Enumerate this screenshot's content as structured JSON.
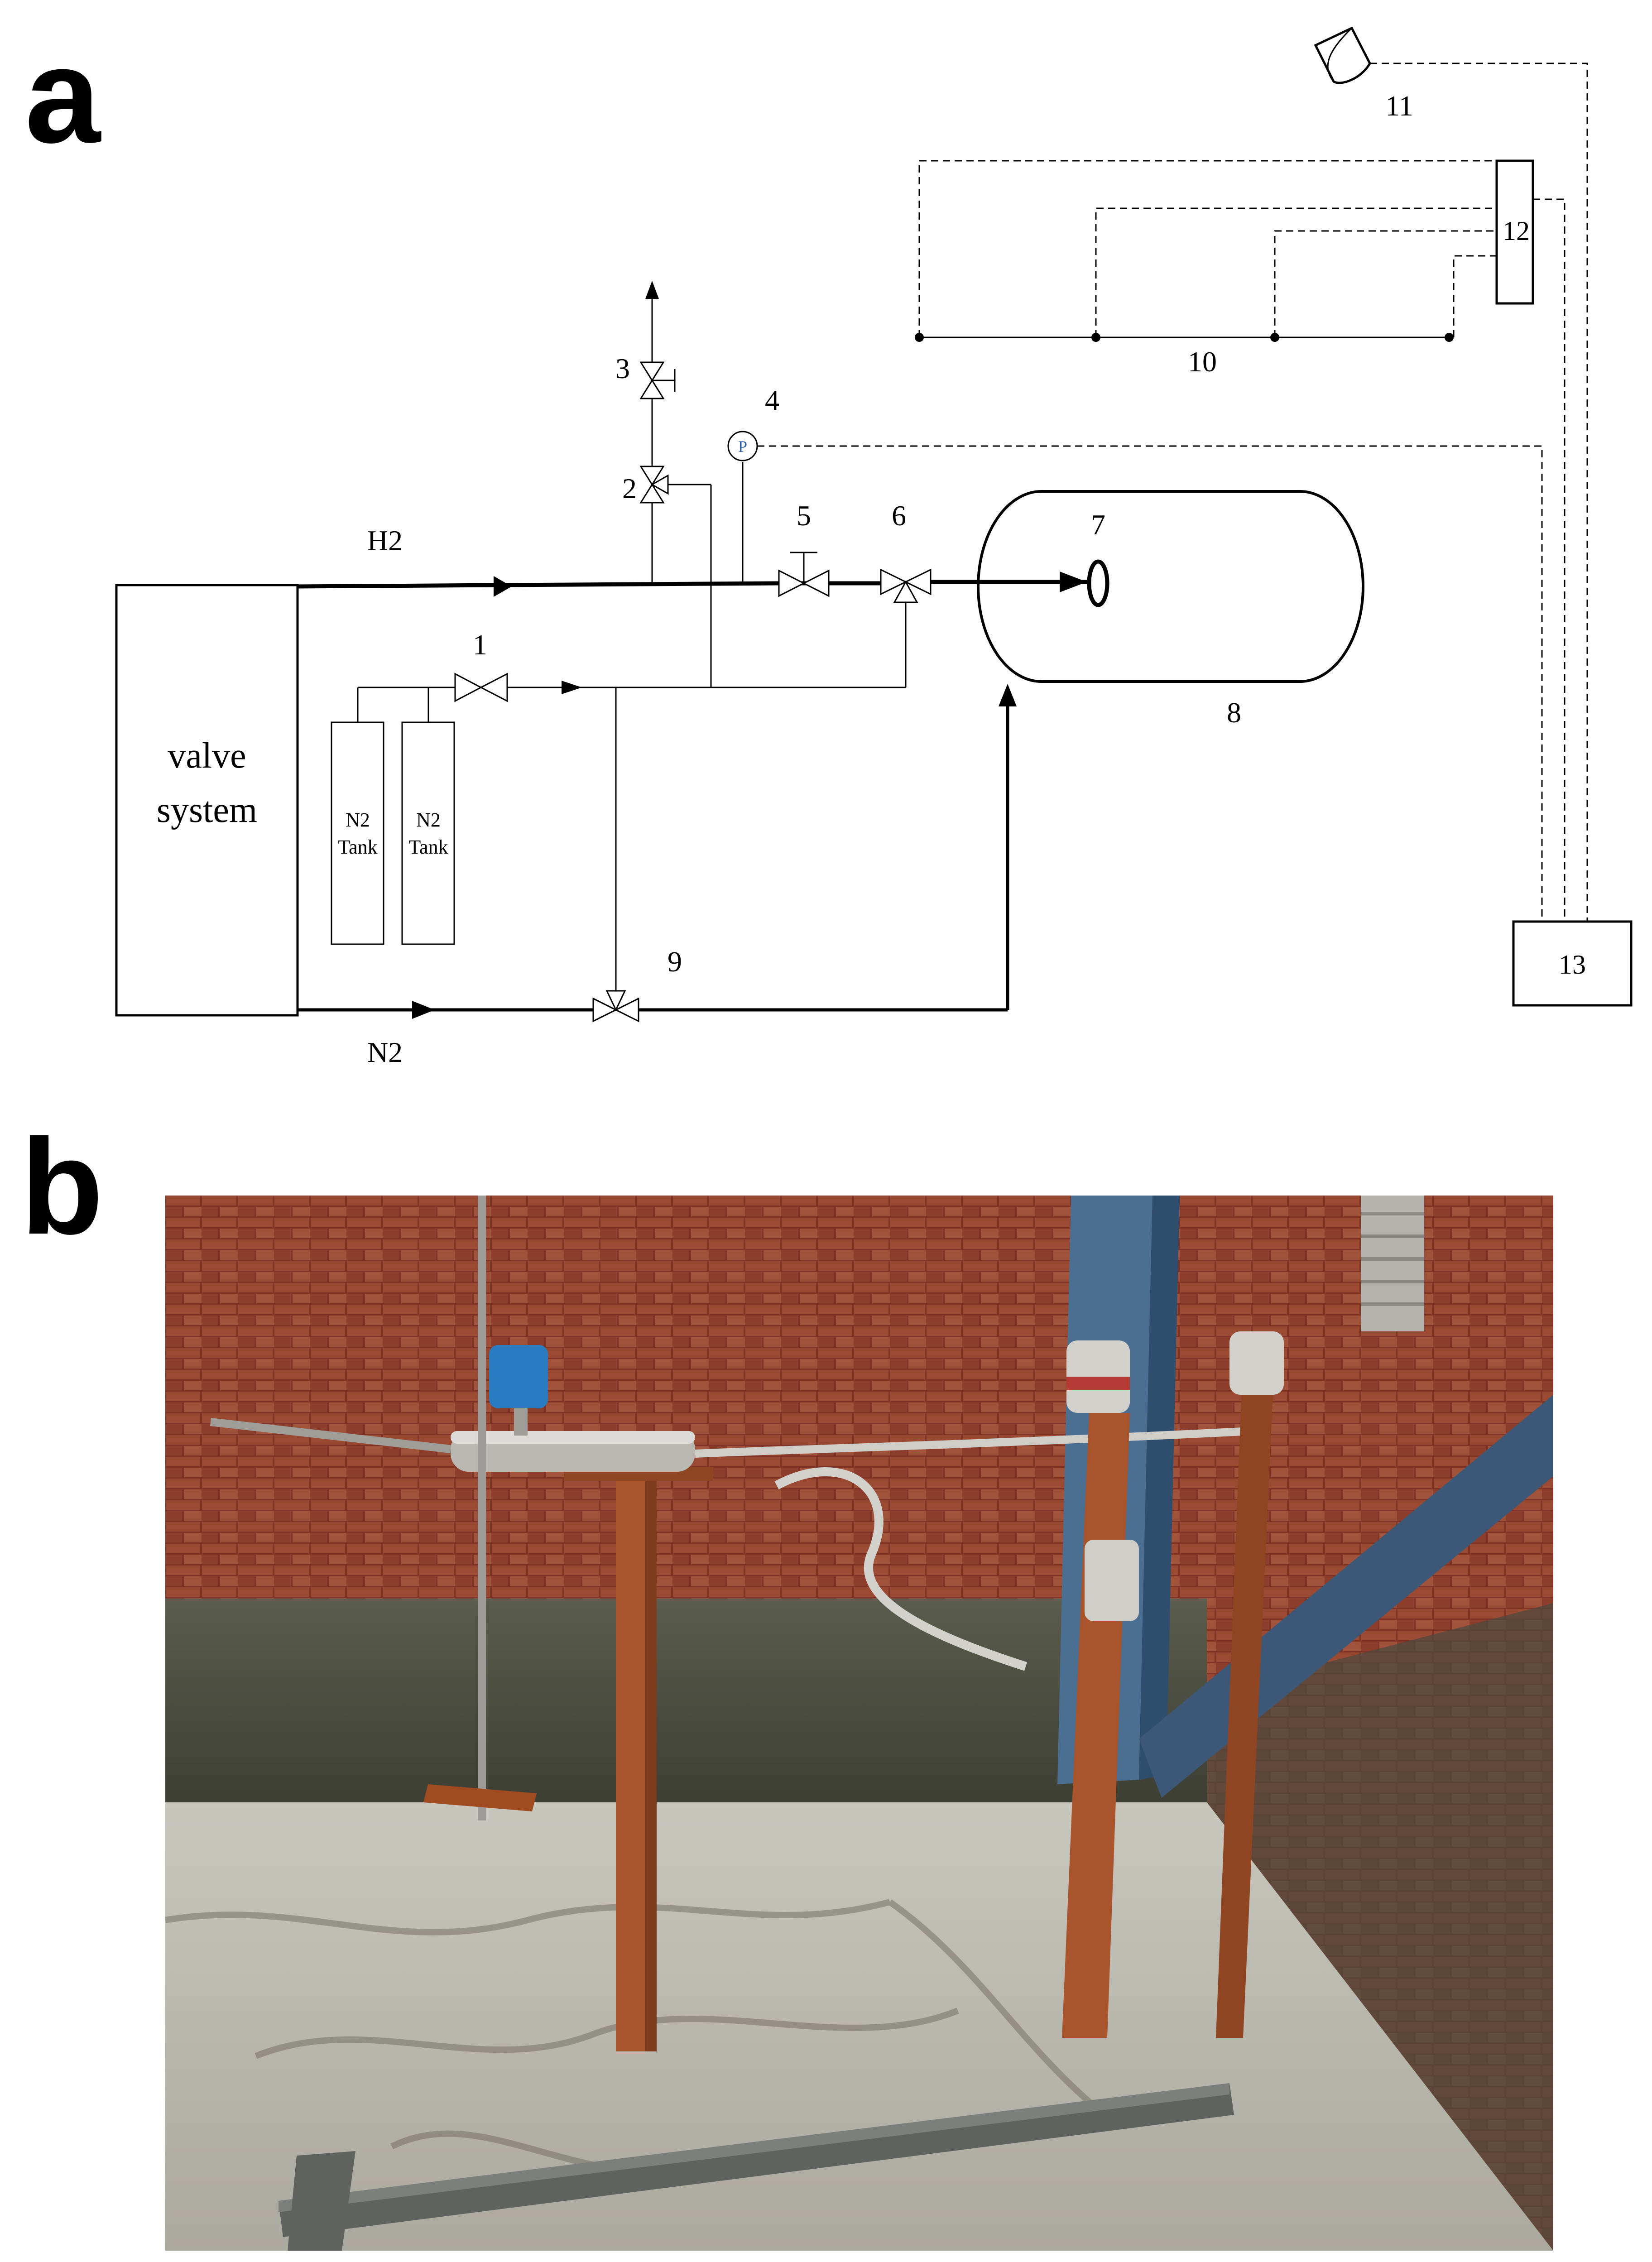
{
  "panels": {
    "a_label": "a",
    "b_label": "b"
  },
  "diagram": {
    "valve_system": [
      "valve",
      "system"
    ],
    "tank_left": {
      "line1": "N2",
      "line2": "Tank"
    },
    "tank_right": {
      "line1": "N2",
      "line2": "Tank"
    },
    "h2_label": "H2",
    "n2_label": "N2",
    "pressure_gauge_symbol": "P",
    "numbers": {
      "n1": "1",
      "n2": "2",
      "n3": "3",
      "n4": "4",
      "n5": "5",
      "n6": "6",
      "n7": "7",
      "n8": "8",
      "n9": "9",
      "n10": "10",
      "n11": "11",
      "n12": "12",
      "n13": "13"
    }
  },
  "photo": {
    "scene": "outdoor-test-rig-photo",
    "colors": {
      "brick": "#8a3a28",
      "wall_base": "#4e5043",
      "floor": "#bdbab0",
      "rust_post": "#a9542a",
      "steel_column": "#4b6f92",
      "transmitter": "#2a7cc0"
    }
  }
}
